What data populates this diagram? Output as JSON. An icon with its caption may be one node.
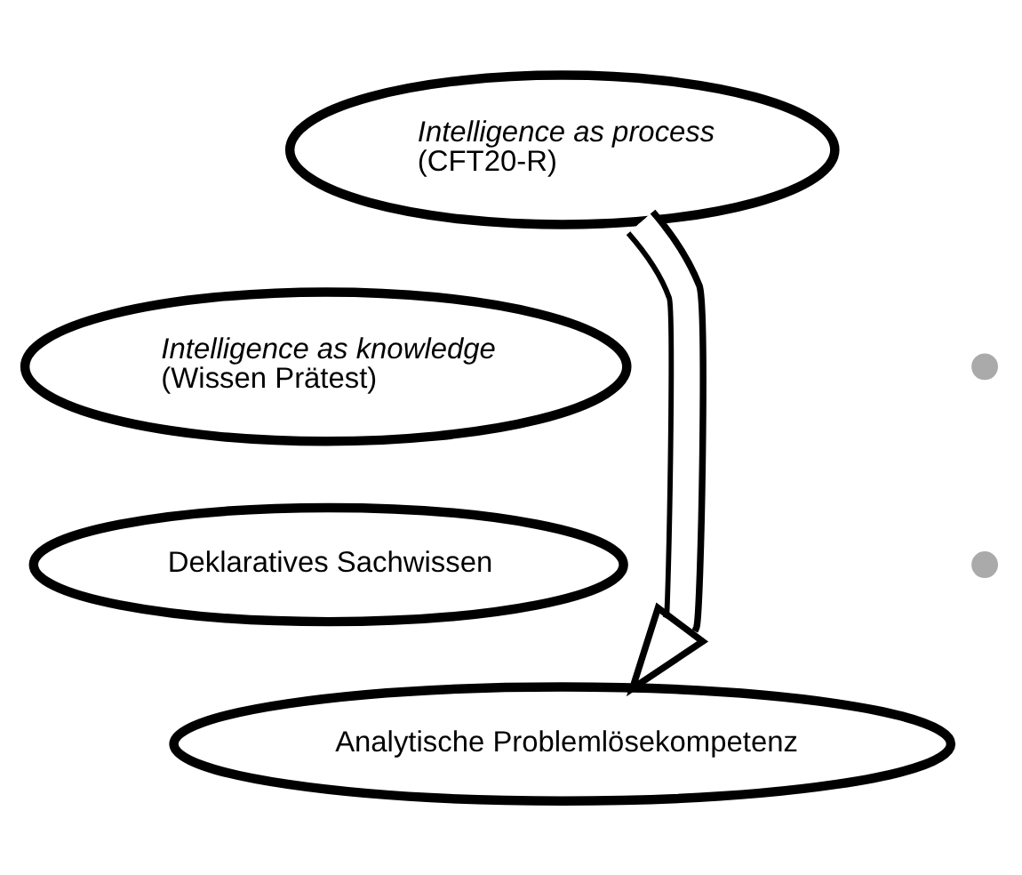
{
  "diagram": {
    "nodes": [
      {
        "text": [
          "Intelligence as process",
          "(CFT20-R)"
        ]
      },
      {
        "text": [
          "Intelligence as knowledge",
          "(Wissen Prätest)"
        ]
      },
      {
        "text": [
          "Deklaratives Sachwissen"
        ]
      },
      {
        "text": [
          "Analytische Problemlösekompetenz"
        ]
      },
      {
        "text": [],
        "shape": "circle"
      },
      {
        "text": [],
        "shape": "circle"
      }
    ],
    "edges": [
      {
        "from": 0,
        "to": 3,
        "arrow": "to"
      }
    ]
  }
}
